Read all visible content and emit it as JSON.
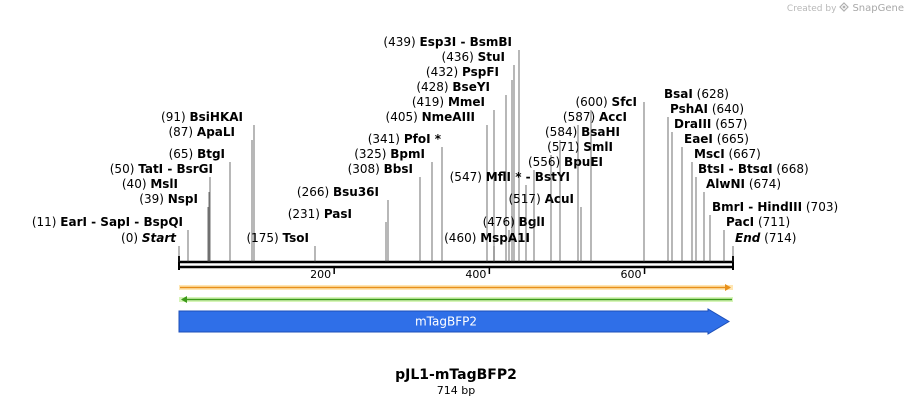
{
  "credit": {
    "prefix": "Created by",
    "brand": "SnapGene"
  },
  "plasmid": {
    "name": "pJL1-mTagBFP2",
    "length_label": "714 bp",
    "length": 714
  },
  "ruler": {
    "ticks": [
      "200",
      "400",
      "600"
    ]
  },
  "features": [
    {
      "name": "mTagBFP2",
      "color": "#2f6fe8"
    }
  ],
  "sites": [
    {
      "pos": "(0)",
      "name": "Start",
      "italic": true
    },
    {
      "pos": "(11)",
      "name": "EarI  -  SapI  -  BspQI"
    },
    {
      "pos": "(39)",
      "name": "NspI"
    },
    {
      "pos": "(40)",
      "name": "MslI"
    },
    {
      "pos": "(50)",
      "name": "TatI  -  BsrGI"
    },
    {
      "pos": "(65)",
      "name": "BtgI"
    },
    {
      "pos": "(87)",
      "name": "ApaLI"
    },
    {
      "pos": "(91)",
      "name": "BsiHKAI"
    },
    {
      "pos": "(175)",
      "name": "TsoI"
    },
    {
      "pos": "(231)",
      "name": "PasI"
    },
    {
      "pos": "(266)",
      "name": "Bsu36I"
    },
    {
      "pos": "(308)",
      "name": "BbsI"
    },
    {
      "pos": "(325)",
      "name": "BpmI"
    },
    {
      "pos": "(341)",
      "name": "PfoI *"
    },
    {
      "pos": "(405)",
      "name": "NmeAIII"
    },
    {
      "pos": "(419)",
      "name": "MmeI"
    },
    {
      "pos": "(428)",
      "name": "BseYI"
    },
    {
      "pos": "(432)",
      "name": "PspFI"
    },
    {
      "pos": "(436)",
      "name": "StuI"
    },
    {
      "pos": "(439)",
      "name": "Esp3I  -  BsmBI"
    },
    {
      "pos": "(460)",
      "name": "MspA1I"
    },
    {
      "pos": "(476)",
      "name": "BglI"
    },
    {
      "pos": "(517)",
      "name": "AcuI"
    },
    {
      "pos": "(547)",
      "name": "MflI *  -  BstYI"
    },
    {
      "pos": "(556)",
      "name": "BpuEI"
    },
    {
      "pos": "(571)",
      "name": "SmlI"
    },
    {
      "pos": "(584)",
      "name": "BsaHI"
    },
    {
      "pos": "(587)",
      "name": "AccI"
    },
    {
      "pos": "(600)",
      "name": "SfcI"
    },
    {
      "pos": "(628)",
      "name": "BsaI"
    },
    {
      "pos": "(640)",
      "name": "PshAI"
    },
    {
      "pos": "(657)",
      "name": "DraIII"
    },
    {
      "pos": "(665)",
      "name": "EaeI"
    },
    {
      "pos": "(667)",
      "name": "MscI"
    },
    {
      "pos": "(668)",
      "name": "BtsI  -  BtsαI"
    },
    {
      "pos": "(674)",
      "name": "AlwNI"
    },
    {
      "pos": "(703)",
      "name": "BmrI  -  HindIII"
    },
    {
      "pos": "(711)",
      "name": "PacI"
    },
    {
      "pos": "(714)",
      "name": "End",
      "italic": true
    }
  ]
}
